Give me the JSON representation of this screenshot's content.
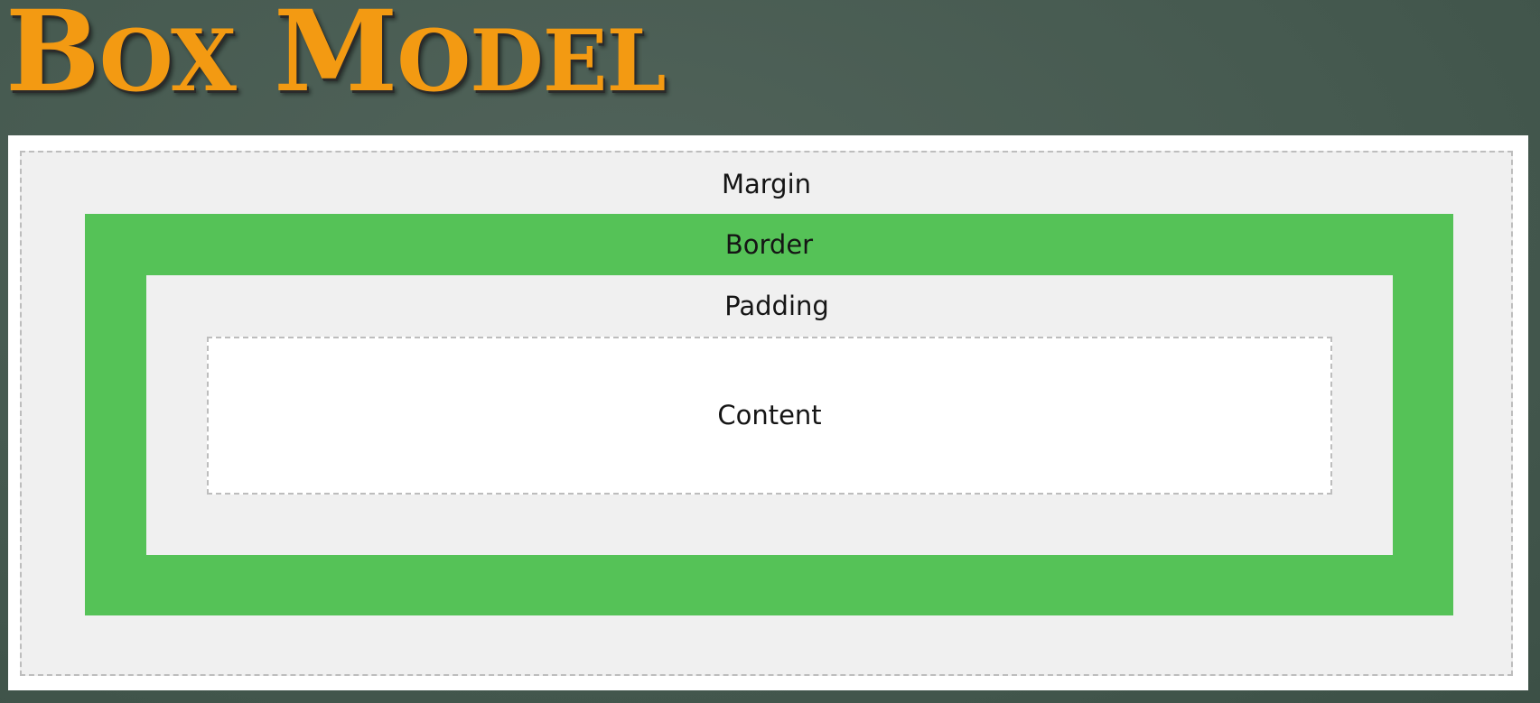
{
  "title": {
    "first_initial": "B",
    "first_rest": "OX",
    "second_initial": "M",
    "second_rest": "ODEL"
  },
  "diagram": {
    "margin_label": "Margin",
    "border_label": "Border",
    "padding_label": "Padding",
    "content_label": "Content"
  },
  "colors": {
    "title": "#f39a12",
    "border_fill": "#55c257",
    "margin_fill": "#f0f0f0",
    "padding_fill": "#f0f0f0",
    "content_fill": "#ffffff",
    "dashed_outline": "#bdbdbd",
    "background": "#4a5d53"
  }
}
